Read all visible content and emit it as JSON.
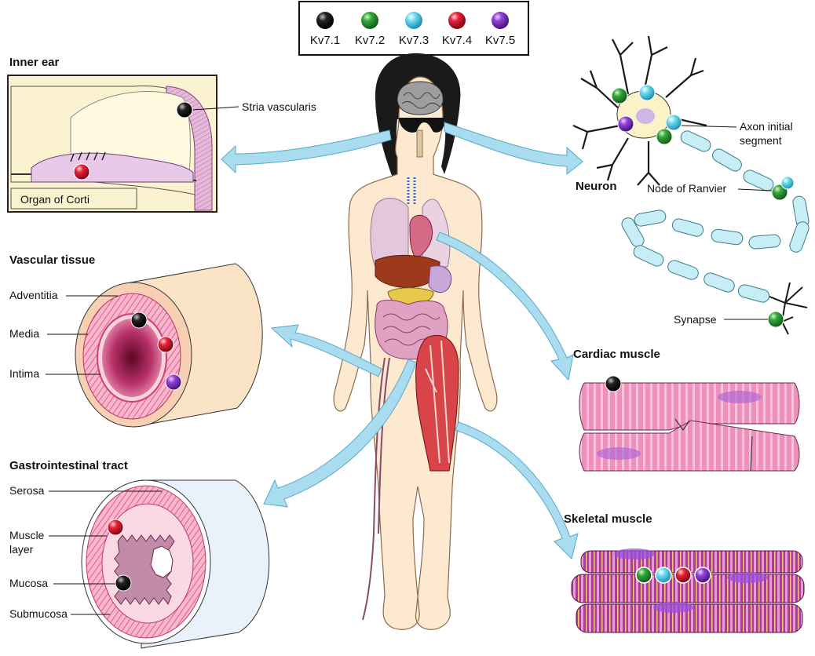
{
  "legend": {
    "items": [
      {
        "label": "Kv7.1",
        "color": "#111111"
      },
      {
        "label": "Kv7.2",
        "color": "#2e9e3a"
      },
      {
        "label": "Kv7.3",
        "color": "#58d2ec"
      },
      {
        "label": "Kv7.4",
        "color": "#e0213a"
      },
      {
        "label": "Kv7.5",
        "color": "#8a3fcf"
      }
    ]
  },
  "inner_ear": {
    "title": "Inner ear",
    "labels": {
      "stria": "Stria vascularis",
      "corti": "Organ of Corti"
    }
  },
  "neuron": {
    "title": "Neuron",
    "labels": {
      "ais_1": "Axon initial",
      "ais_2": "segment",
      "ranvier": "Node of Ranvier",
      "synapse": "Synapse"
    }
  },
  "vascular": {
    "title": "Vascular tissue",
    "labels": {
      "adventitia": "Adventitia",
      "media": "Media",
      "intima": "Intima"
    }
  },
  "gi": {
    "title": "Gastrointestinal tract",
    "labels": {
      "serosa": "Serosa",
      "muscle_1": "Muscle",
      "muscle_2": "layer",
      "mucosa": "Mucosa",
      "submucosa": "Submucosa"
    }
  },
  "cardiac": {
    "title": "Cardiac muscle"
  },
  "skeletal": {
    "title": "Skeletal muscle"
  },
  "colors": {
    "arrow": "#a9dcef",
    "arrow_stroke": "#5aa9cc",
    "skin": "#fde9cf",
    "vessel_pink": "#f2a6c0",
    "muscle_pink": "#e77fb0",
    "skeletal_magenta": "#b03a9a"
  }
}
